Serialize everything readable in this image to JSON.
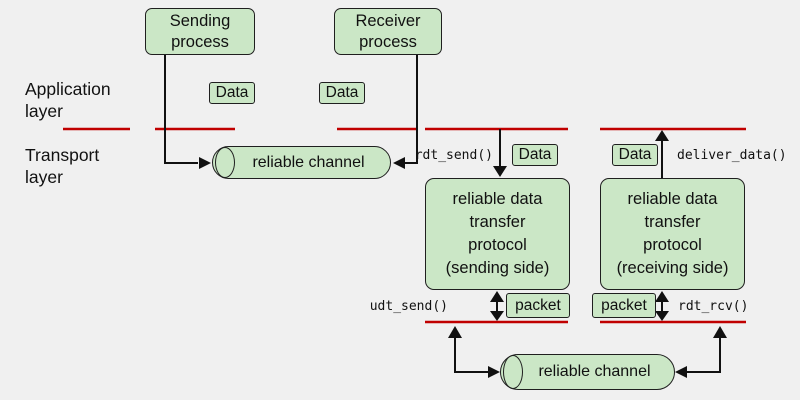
{
  "colors": {
    "bg": "#f0f0f0",
    "fill": "#cbe7c6",
    "border": "#1f1f1f",
    "red": "#c00000",
    "ink": "#111111"
  },
  "layers": {
    "application": "Application\nlayer",
    "transport": "Transport\nlayer"
  },
  "processes": {
    "sending": "Sending\nprocess",
    "receiver": "Receiver\nprocess"
  },
  "channels": {
    "top": "reliable channel",
    "bottom": "reliable channel"
  },
  "protocols": {
    "sending": "reliable data\ntransfer\nprotocol\n(sending side)",
    "receiving": "reliable data\ntransfer\nprotocol\n(receiving side)"
  },
  "tags": {
    "data": "Data",
    "packet": "packet"
  },
  "functions": {
    "rdt_send": "rdt_send()",
    "deliver_data": "deliver_data()",
    "udt_send": "udt_send()",
    "rdt_rcv": "rdt_rcv()"
  }
}
